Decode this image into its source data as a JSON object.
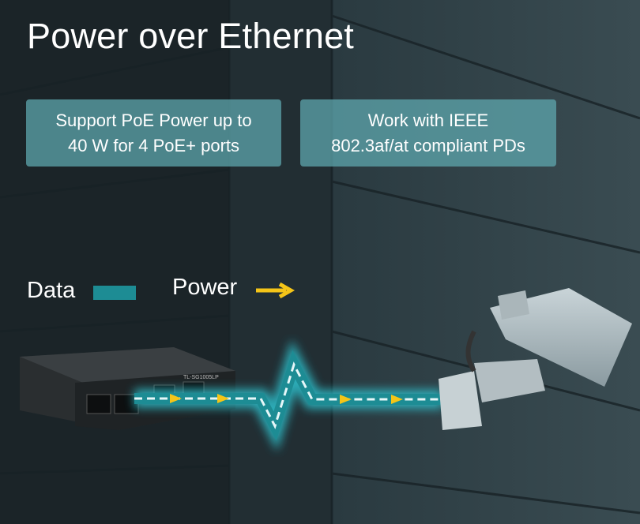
{
  "title": "Power over Ethernet",
  "features": [
    {
      "line1": "Support PoE Power up to",
      "line2": "40 W for 4 PoE+ ports"
    },
    {
      "line1": "Work with IEEE",
      "line2": "802.3af/at compliant PDs"
    }
  ],
  "legend": {
    "data_label": "Data",
    "power_label": "Power"
  },
  "switch": {
    "model": "TL-SG1005LP"
  },
  "colors": {
    "data": "#1d8c94",
    "power": "#f5c518",
    "accent": "#60aab2"
  }
}
